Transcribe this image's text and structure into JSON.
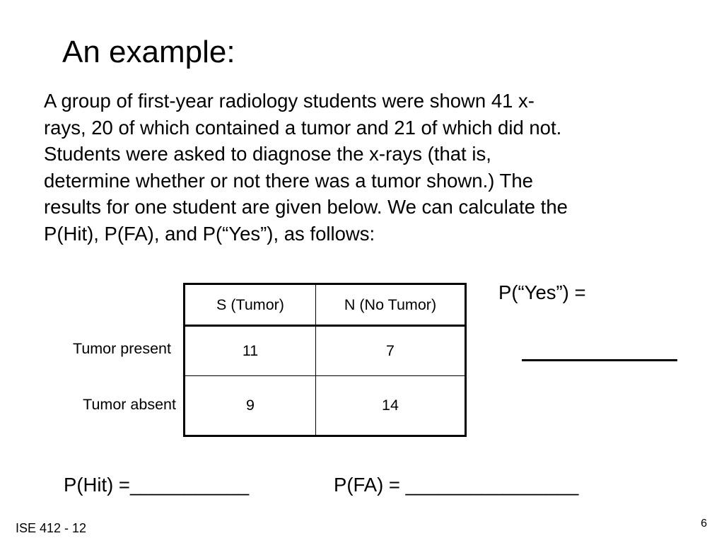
{
  "slide": {
    "title": "An example:",
    "body_lines": [
      "A group of first-year radiology students were shown 41 x-",
      "rays, 20 of which contained a tumor and 21 of which did not.",
      "Students were asked to diagnose the x-rays (that is,",
      "determine whether or not there was a tumor shown.) The",
      "results for one student are given below. We can calculate the",
      "P(Hit), P(FA), and P(“Yes”), as follows:"
    ]
  },
  "table": {
    "columns": [
      "S (Tumor)",
      "N (No Tumor)"
    ],
    "rows": [
      {
        "label": "Tumor present",
        "values": [
          "11",
          "7"
        ]
      },
      {
        "label": "Tumor absent",
        "values": [
          "9",
          "14"
        ]
      }
    ]
  },
  "formulas": {
    "p_yes": "P(“Yes”) =",
    "p_hit": "P(Hit) =___________",
    "p_fa": "P(FA) = ________________"
  },
  "footer": {
    "course": "ISE 412 - 12",
    "page_number": "6"
  }
}
